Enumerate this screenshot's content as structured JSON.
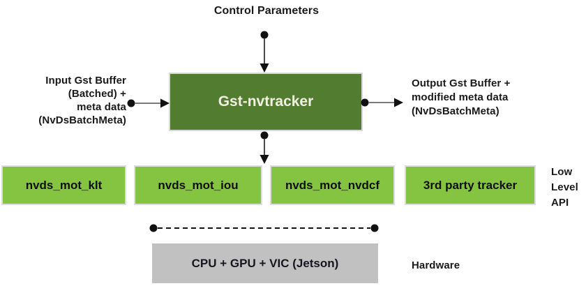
{
  "labels": {
    "control_parameters": "Control Parameters",
    "input_buffer": "Input Gst Buffer\n(Batched) +\nmeta data\n(NvDsBatchMeta)",
    "output_buffer": "Output Gst Buffer +\nmodified meta data\n(NvDsBatchMeta)",
    "low_level_api": "Low\nLevel\nAPI",
    "hardware": "Hardware"
  },
  "nodes": {
    "tracker": {
      "label": "Gst-nvtracker"
    },
    "low_level_trackers": [
      {
        "label": "nvds_mot_klt"
      },
      {
        "label": "nvds_mot_iou"
      },
      {
        "label": "nvds_mot_nvdcf"
      },
      {
        "label": "3rd party tracker"
      }
    ],
    "hardware": {
      "label": "CPU + GPU + VIC (Jetson)"
    }
  },
  "connectors": {
    "control_to_tracker": "arrow-down",
    "input_to_tracker": "arrow-right",
    "tracker_to_output": "arrow-right",
    "tracker_to_low_level": "arrow-down",
    "low_level_to_hardware": "dashed-line-dots"
  },
  "colors": {
    "tracker_box": "#527c30",
    "tracker_text": "#f1f0e3",
    "low_level_box": "#84c441",
    "low_level_border": "#dddddd",
    "hardware_box": "#c1c1c1",
    "horizontal_line": "#7a7a7a",
    "vertical_line": "#4a4a4a",
    "marker": "#111111",
    "text": "#1a1a1a",
    "background": "#ffffff"
  }
}
